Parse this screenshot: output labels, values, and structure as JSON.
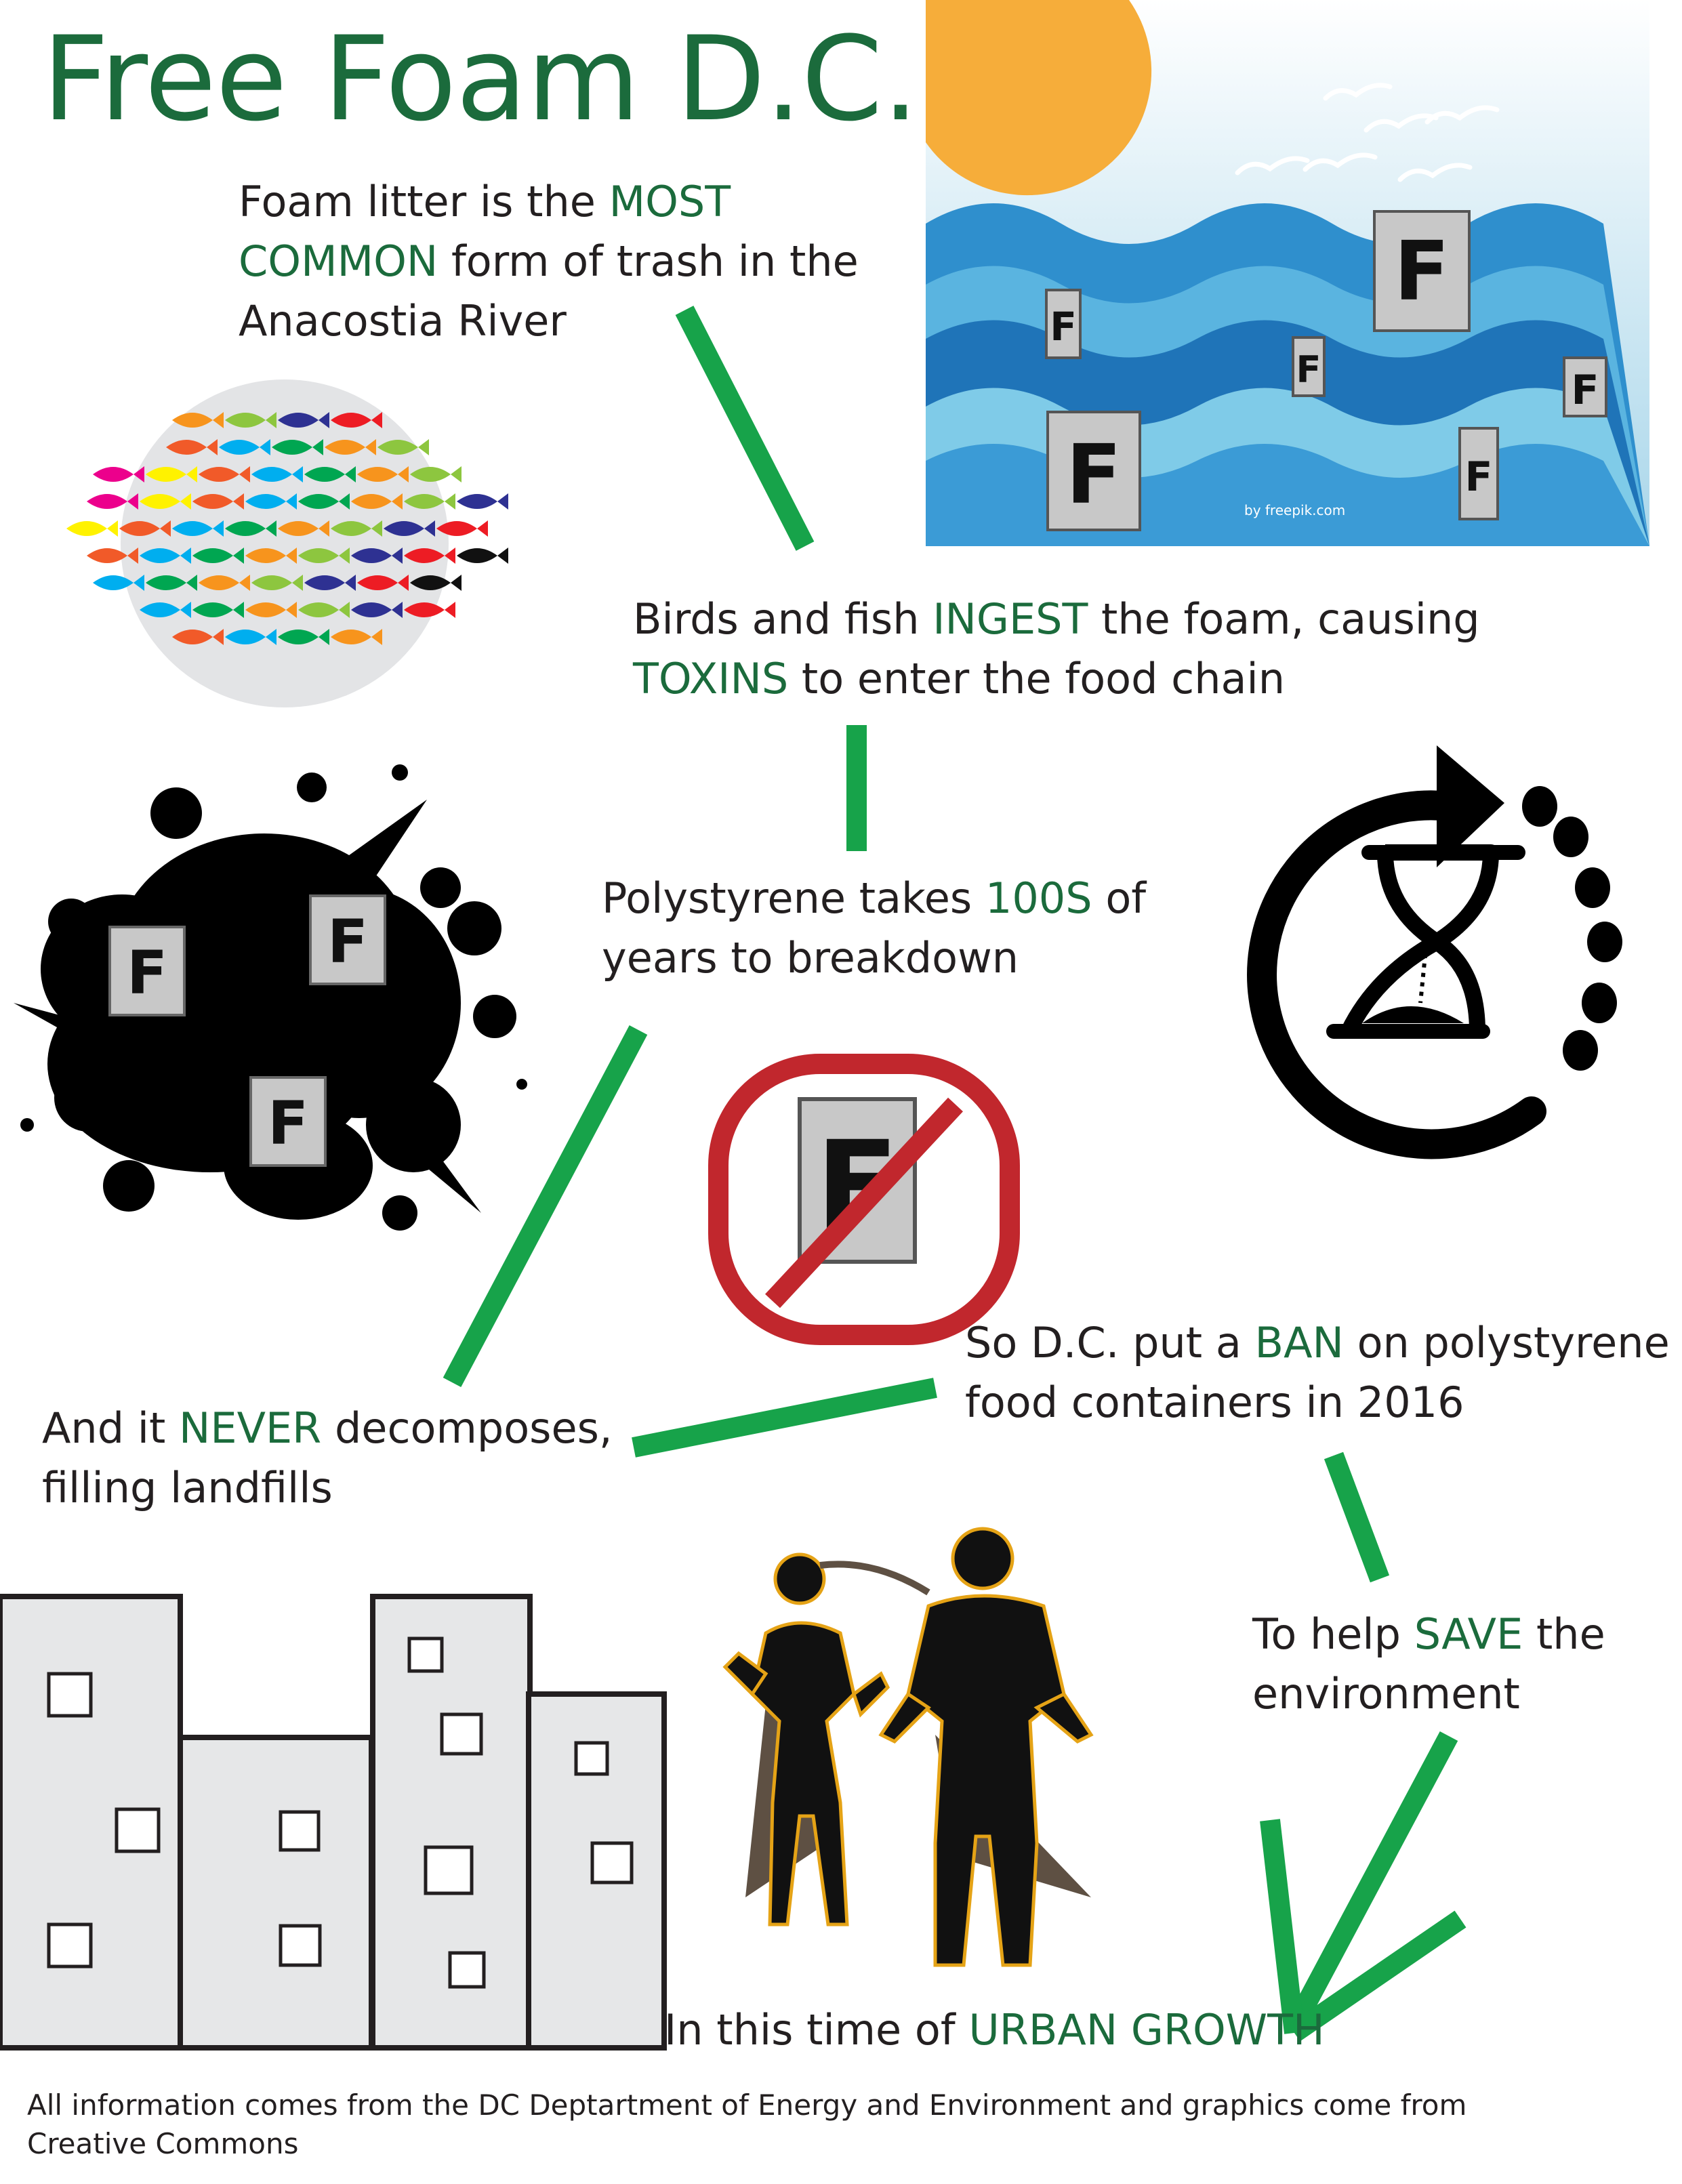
{
  "title": "Free Foam D.C.",
  "facts": {
    "f1": {
      "a": "Foam litter is the ",
      "b": "MOST",
      "c": "COMMON",
      "d": " form of trash in the",
      "e": "Anacostia River"
    },
    "f2": {
      "a": "Birds and fish ",
      "b": "INGEST",
      "c": " the foam, causing",
      "d": "TOXINS",
      "e": " to enter the food chain"
    },
    "f3": {
      "a": "Polystyrene takes ",
      "b": "100S",
      "c": " of",
      "d": "years to breakdown"
    },
    "f4": {
      "a": "And it ",
      "b": "NEVER",
      "c": " decomposes,",
      "d": "filling landfills"
    },
    "f5": {
      "a": "So D.C. put a ",
      "b": "BAN",
      "c": " on polystyrene",
      "d": "food containers in 2016"
    },
    "f6": {
      "a": "To help ",
      "b": "SAVE",
      "c": " the",
      "d": "environment"
    },
    "f7": {
      "a": "In this time of ",
      "b": "URBAN GROWTH"
    }
  },
  "foam_letter": "F",
  "watermark": "by freepik.com",
  "footer": "All information comes from the DC Deptartment of Energy and Environment and graphics come from Creative Commons",
  "colors": {
    "green_text": "#1b6b3c",
    "green_line": "#17a34a",
    "sun": "#f6ad3a",
    "ban_red": "#c1272d",
    "foam_gray": "#c8c8c8"
  },
  "icons": [
    "sun-icon",
    "bird-icon",
    "wave-icon",
    "fish-school-icon",
    "ink-splat-icon",
    "hourglass-cycle-icon",
    "no-foam-icon",
    "buildings-icon",
    "superheroes-icon"
  ]
}
